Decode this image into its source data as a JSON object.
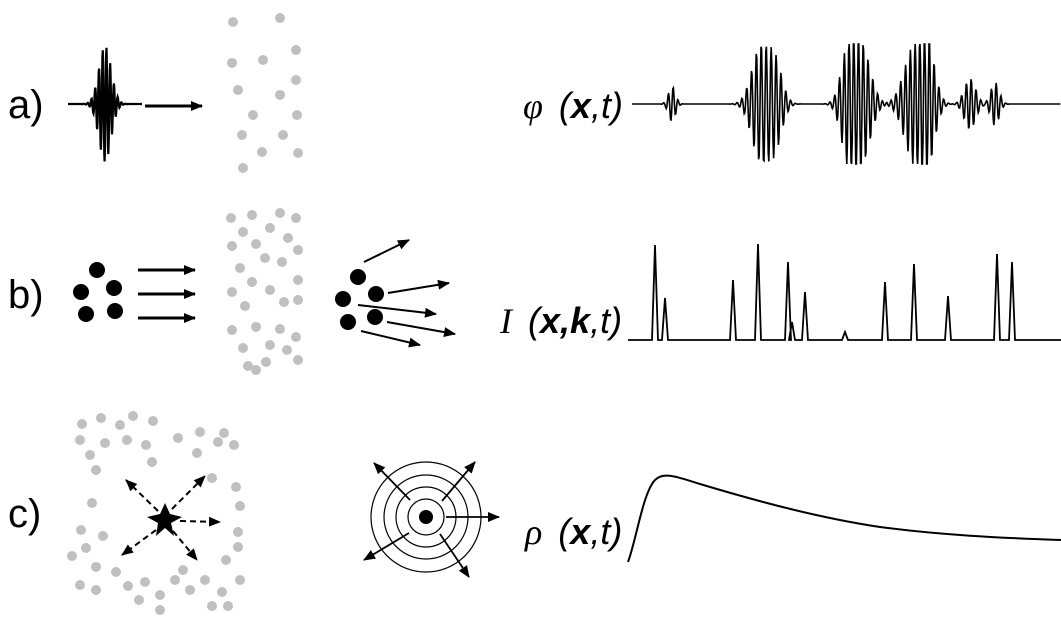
{
  "panels": {
    "a": {
      "label": "a)",
      "symbol": "φ",
      "vector_x": "x",
      "time_arg": "t"
    },
    "b": {
      "label": "b)",
      "symbol": "I",
      "vector_x": "x",
      "vector_k": "k",
      "time_arg": "t"
    },
    "c": {
      "label": "c)",
      "symbol": "ρ",
      "vector_x": "x",
      "time_arg": "t"
    }
  },
  "colors": {
    "ink": "#000000",
    "scatterers": "#c0c0c0"
  },
  "icons": [
    "wave-packet-icon",
    "particle-cluster-icon",
    "explosion-star-icon",
    "concentric-source-icon"
  ]
}
